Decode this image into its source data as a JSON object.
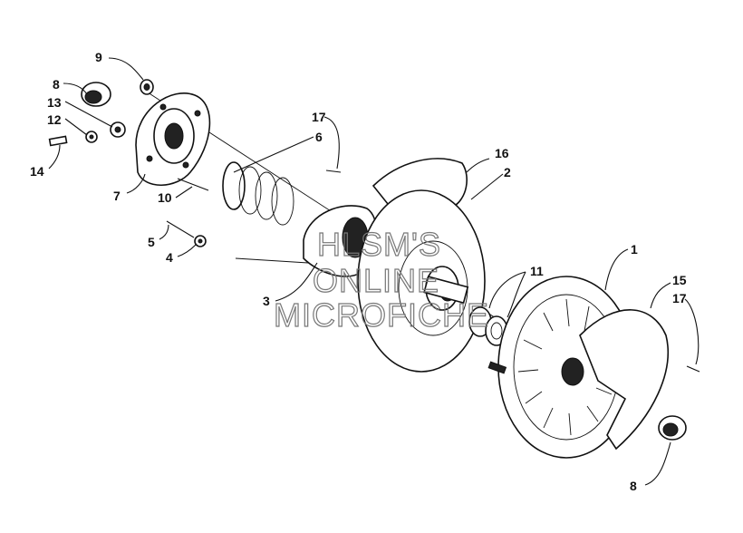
{
  "callouts": {
    "c1": "1",
    "c2": "2",
    "c3": "3",
    "c4": "4",
    "c5": "5",
    "c6": "6",
    "c7": "7",
    "c8a": "8",
    "c8b": "8",
    "c9": "9",
    "c10": "10",
    "c11": "11",
    "c12": "12",
    "c13": "13",
    "c14": "14",
    "c15": "15",
    "c16": "16",
    "c17a": "17",
    "c17b": "17"
  },
  "watermark": {
    "line1": "HLSM'S",
    "line2": "ONLINE",
    "line3": "MICROFICHE"
  }
}
